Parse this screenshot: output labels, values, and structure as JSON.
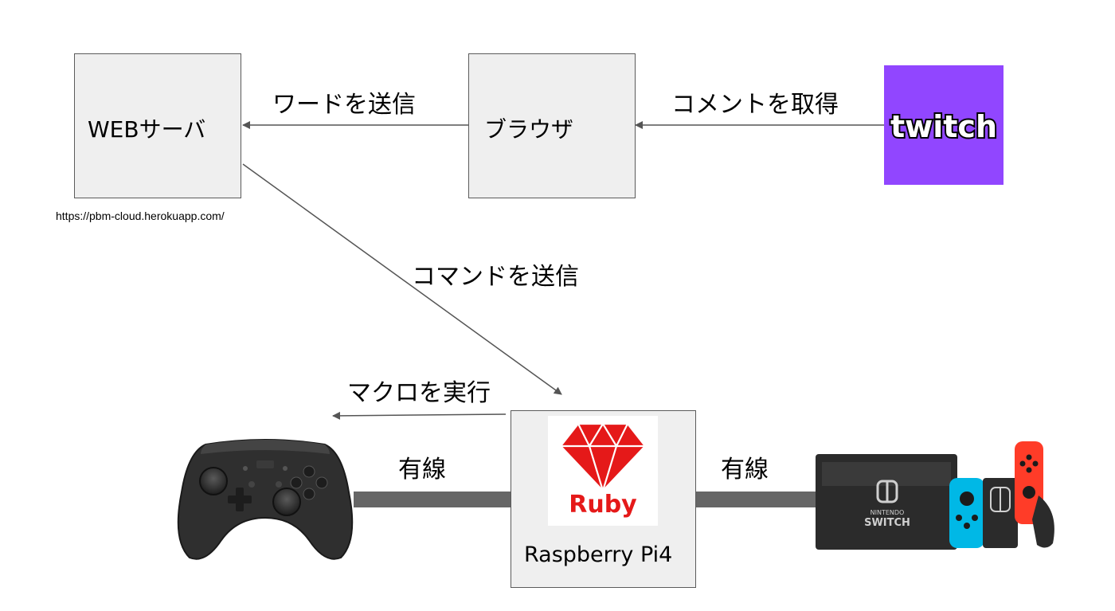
{
  "nodes": {
    "web_server": {
      "label": "WEBサーバ",
      "url": "https://pbm-cloud.herokuapp.com/"
    },
    "browser": {
      "label": "ブラウザ"
    },
    "twitch": {
      "logo_text": "twitch",
      "color": "#9146ff"
    },
    "raspberry": {
      "label": "Raspberry Pi4",
      "logo_text": "Ruby",
      "logo_color": "#e51919"
    },
    "controller": {
      "icon": "pro-controller-icon"
    },
    "switch": {
      "icon": "nintendo-switch-icon",
      "brand_text": [
        "NINTENDO",
        "SWITCH"
      ]
    }
  },
  "edges": {
    "twitch_to_browser": "コメントを取得",
    "browser_to_server": "ワードを送信",
    "server_to_raspberry": "コマンドを送信",
    "raspberry_to_controller": "マクロを実行",
    "wired_left": "有線",
    "wired_right": "有線"
  },
  "colors": {
    "box_fill": "#efefef",
    "box_border": "#5b5b5b",
    "arrow": "#555555",
    "cable": "#666666"
  }
}
